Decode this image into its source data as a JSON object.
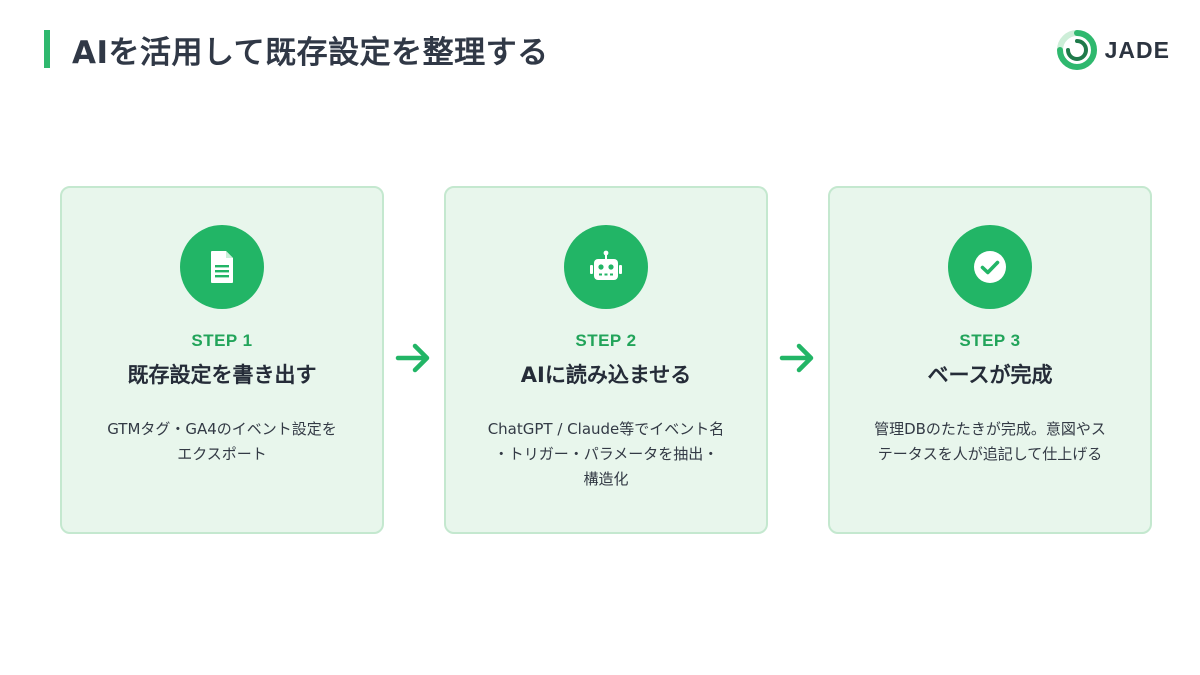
{
  "header": {
    "title": "AIを活用して既存設定を整理する"
  },
  "logo": {
    "text": "JADE",
    "icon": "jade-logo-icon"
  },
  "colors": {
    "accent": "#22b566",
    "step_label": "#22a45a",
    "card_bg": "#e8f6ec",
    "card_border": "#c4e8cf"
  },
  "steps": [
    {
      "icon": "document-icon",
      "label": "STEP 1",
      "title": "既存設定を書き出す",
      "description": "GTMタグ・GA4のイベント設定を\nエクスポート"
    },
    {
      "icon": "robot-icon",
      "label": "STEP 2",
      "title": "AIに読み込ませる",
      "description": "ChatGPT / Claude等でイベント名\n・トリガー・パラメータを抽出・\n構造化"
    },
    {
      "icon": "check-circle-icon",
      "label": "STEP 3",
      "title": "ベースが完成",
      "description": "管理DBのたたきが完成。意図やス\nテータスを人が追記して仕上げる"
    }
  ]
}
